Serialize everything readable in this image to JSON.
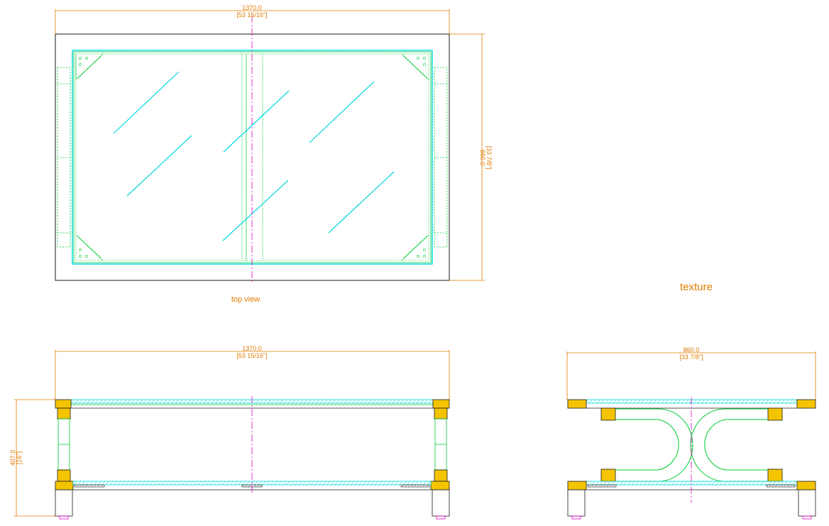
{
  "colors": {
    "dimension": "#e07b00",
    "outline": "#1a1a1a",
    "frame": "#00cc33",
    "glass": "#00d8e0",
    "centerline": "#e000c0",
    "joint": "#f5c400"
  },
  "top_view": {
    "caption": "top view",
    "width_mm": "1370.0",
    "width_in": "[53 15/16\"]",
    "depth_mm": "860.0",
    "depth_in": "[33 7/8\"]"
  },
  "front_view": {
    "width_mm": "1370.0",
    "width_in": "[53 15/16\"]",
    "height_mm": "407.0",
    "height_in": "[16\"]"
  },
  "side_view": {
    "width_mm": "860.0",
    "width_in": "[33 7/8\"]"
  },
  "texture_label": "texture"
}
